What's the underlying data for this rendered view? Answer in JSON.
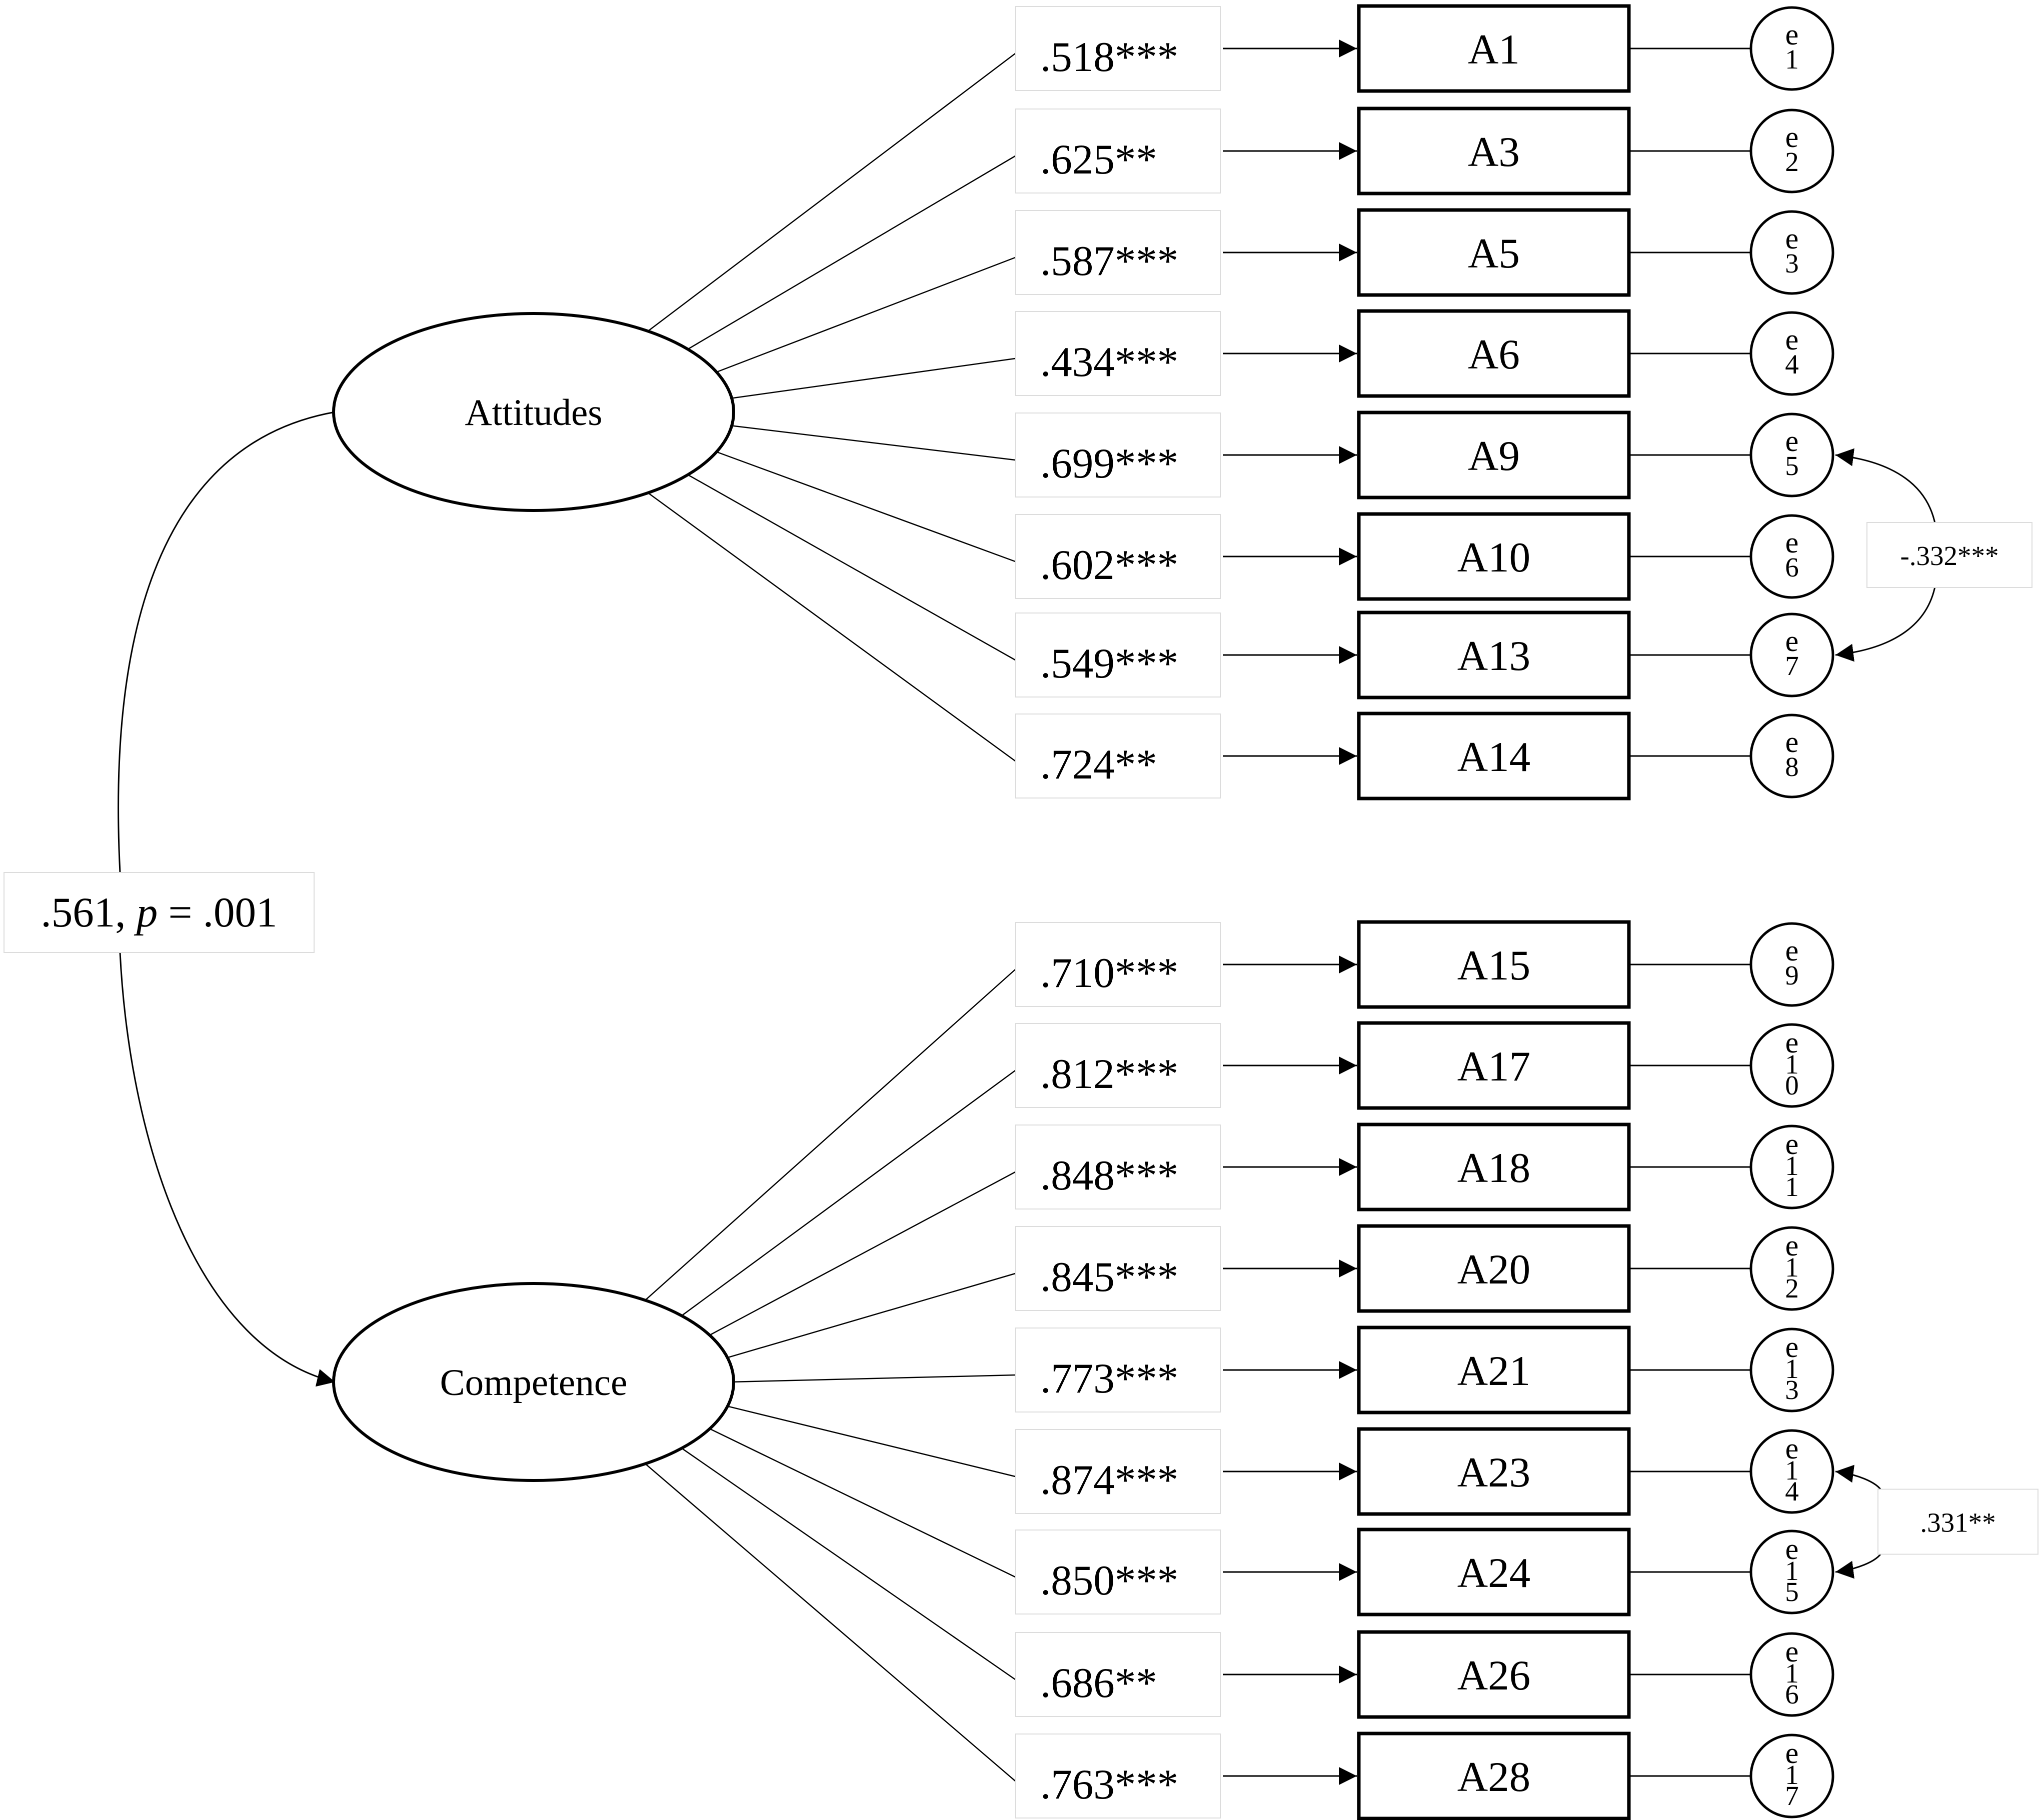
{
  "latents": [
    {
      "name": "Attitudes",
      "indicators": [
        {
          "item": "A1",
          "loading": ".518***",
          "error": [
            "e",
            "1"
          ]
        },
        {
          "item": "A3",
          "loading": ".625**",
          "error": [
            "e",
            "2"
          ]
        },
        {
          "item": "A5",
          "loading": ".587***",
          "error": [
            "e",
            "3"
          ]
        },
        {
          "item": "A6",
          "loading": ".434***",
          "error": [
            "e",
            "4"
          ]
        },
        {
          "item": "A9",
          "loading": ".699***",
          "error": [
            "e",
            "5"
          ]
        },
        {
          "item": "A10",
          "loading": ".602***",
          "error": [
            "e",
            "6"
          ]
        },
        {
          "item": "A13",
          "loading": ".549***",
          "error": [
            "e",
            "7"
          ]
        },
        {
          "item": "A14",
          "loading": ".724**",
          "error": [
            "e",
            "8"
          ]
        }
      ]
    },
    {
      "name": "Competence",
      "indicators": [
        {
          "item": "A15",
          "loading": ".710***",
          "error": [
            "e",
            "9"
          ]
        },
        {
          "item": "A17",
          "loading": ".812***",
          "error": [
            "e",
            "1",
            "0"
          ]
        },
        {
          "item": "A18",
          "loading": ".848***",
          "error": [
            "e",
            "1",
            "1"
          ]
        },
        {
          "item": "A20",
          "loading": ".845***",
          "error": [
            "e",
            "1",
            "2"
          ]
        },
        {
          "item": "A21",
          "loading": ".773***",
          "error": [
            "e",
            "1",
            "3"
          ]
        },
        {
          "item": "A23",
          "loading": ".874***",
          "error": [
            "e",
            "1",
            "4"
          ]
        },
        {
          "item": "A24",
          "loading": ".850***",
          "error": [
            "e",
            "1",
            "5"
          ]
        },
        {
          "item": "A26",
          "loading": ".686**",
          "error": [
            "e",
            "1",
            "6"
          ]
        },
        {
          "item": "A28",
          "loading": ".763***",
          "error": [
            "e",
            "1",
            "7"
          ]
        }
      ]
    }
  ],
  "correlation": {
    "value": ".561, ",
    "p_symbol": "p",
    "rest": " = .001"
  },
  "error_covariances": [
    {
      "between": [
        "A9",
        "A13"
      ],
      "label": "-.332***"
    },
    {
      "between": [
        "A23",
        "A24"
      ],
      "label": ".331**"
    }
  ]
}
